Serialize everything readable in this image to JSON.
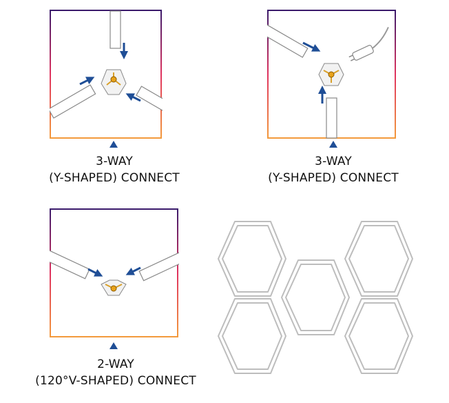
{
  "panels": [
    {
      "line1": "3-WAY",
      "line2": "(Y-SHAPED) CONNECT"
    },
    {
      "line1": "3-WAY",
      "line2": "(Y-SHAPED) CONNECT"
    },
    {
      "line1": "2-WAY",
      "line2": "(120°V-SHAPED) CONNECT"
    }
  ],
  "colors": {
    "frame_top": "#3a1a6b",
    "frame_mid": "#e0325f",
    "frame_bottom": "#f39a3c",
    "arrow": "#1f4e96",
    "connector_center": "#e8a21a"
  }
}
